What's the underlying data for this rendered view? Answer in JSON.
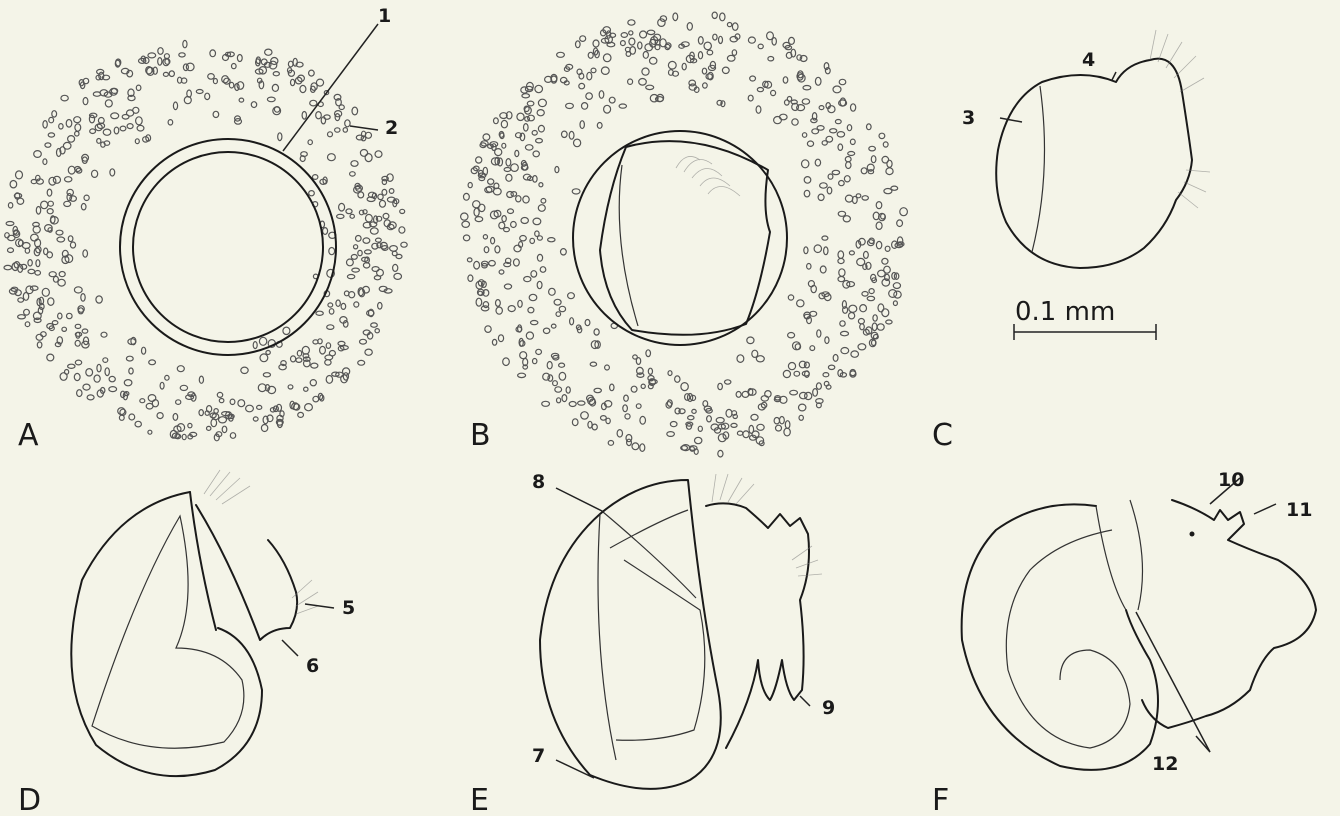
{
  "panels": [
    {
      "id": "A",
      "label": "A"
    },
    {
      "id": "B",
      "label": "B"
    },
    {
      "id": "C",
      "label": "C"
    },
    {
      "id": "D",
      "label": "D"
    },
    {
      "id": "E",
      "label": "E"
    },
    {
      "id": "F",
      "label": "F"
    }
  ],
  "callouts": [
    "1",
    "2",
    "3",
    "4",
    "5",
    "6",
    "7",
    "8",
    "9",
    "10",
    "11",
    "12"
  ],
  "scale_bar": {
    "label": "0.1 mm"
  },
  "colors": {
    "background": "#f4f4e8",
    "ink": "#1a1a1a"
  }
}
